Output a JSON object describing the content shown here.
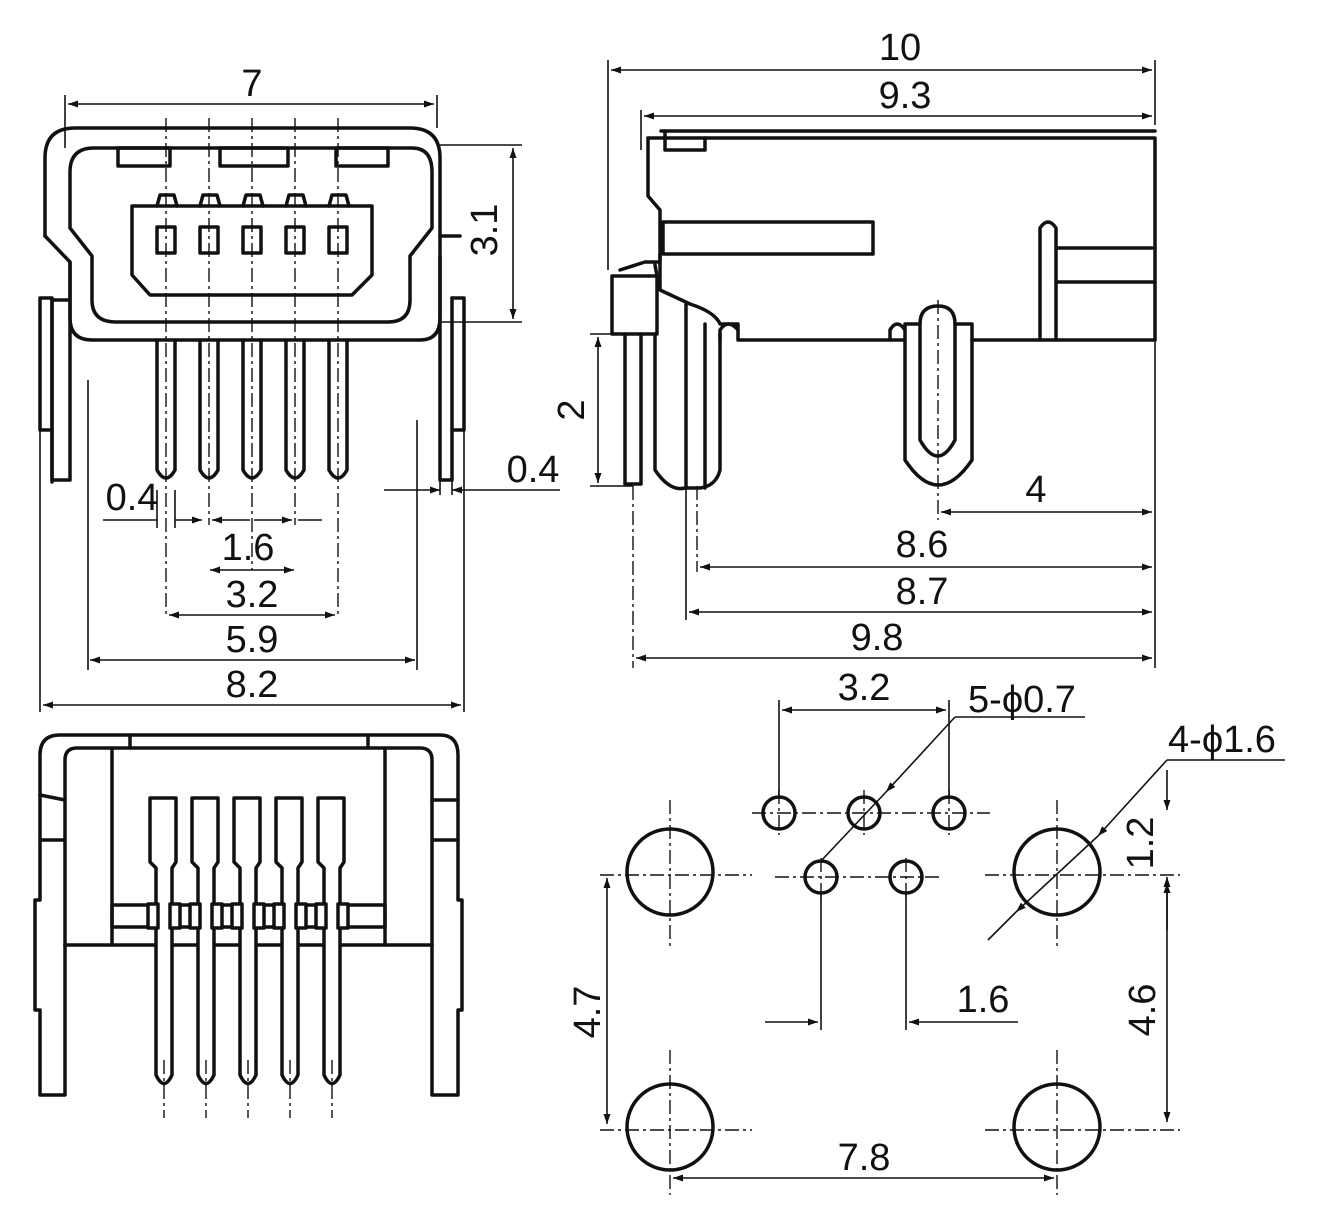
{
  "colors": {
    "line": "#111111",
    "background": "#ffffff"
  },
  "front_view": {
    "dim_width_top": "7",
    "dim_height": "3.1",
    "dim_pin_width": "0.4",
    "dim_lug_width": "0.4",
    "dim_pitch": "1.6",
    "dim_pin_span_2": "3.2",
    "dim_span_inner": "5.9",
    "dim_span_outer": "8.2"
  },
  "side_view": {
    "dim_length_total": "10",
    "dim_length_body": "9.3",
    "dim_pin_length": "2",
    "dim_peg_offset": "4",
    "dim_8_6": "8.6",
    "dim_8_7": "8.7",
    "dim_9_8": "9.8"
  },
  "footprint": {
    "dim_pin_spacing": "3.2",
    "dim_small_holes": "5-ϕ0.7",
    "dim_large_holes": "4-ϕ1.6",
    "dim_row_gap": "1.2",
    "dim_pin_offset": "1.6",
    "dim_height_left": "4.7",
    "dim_height_right": "4.6",
    "dim_width": "7.8"
  }
}
